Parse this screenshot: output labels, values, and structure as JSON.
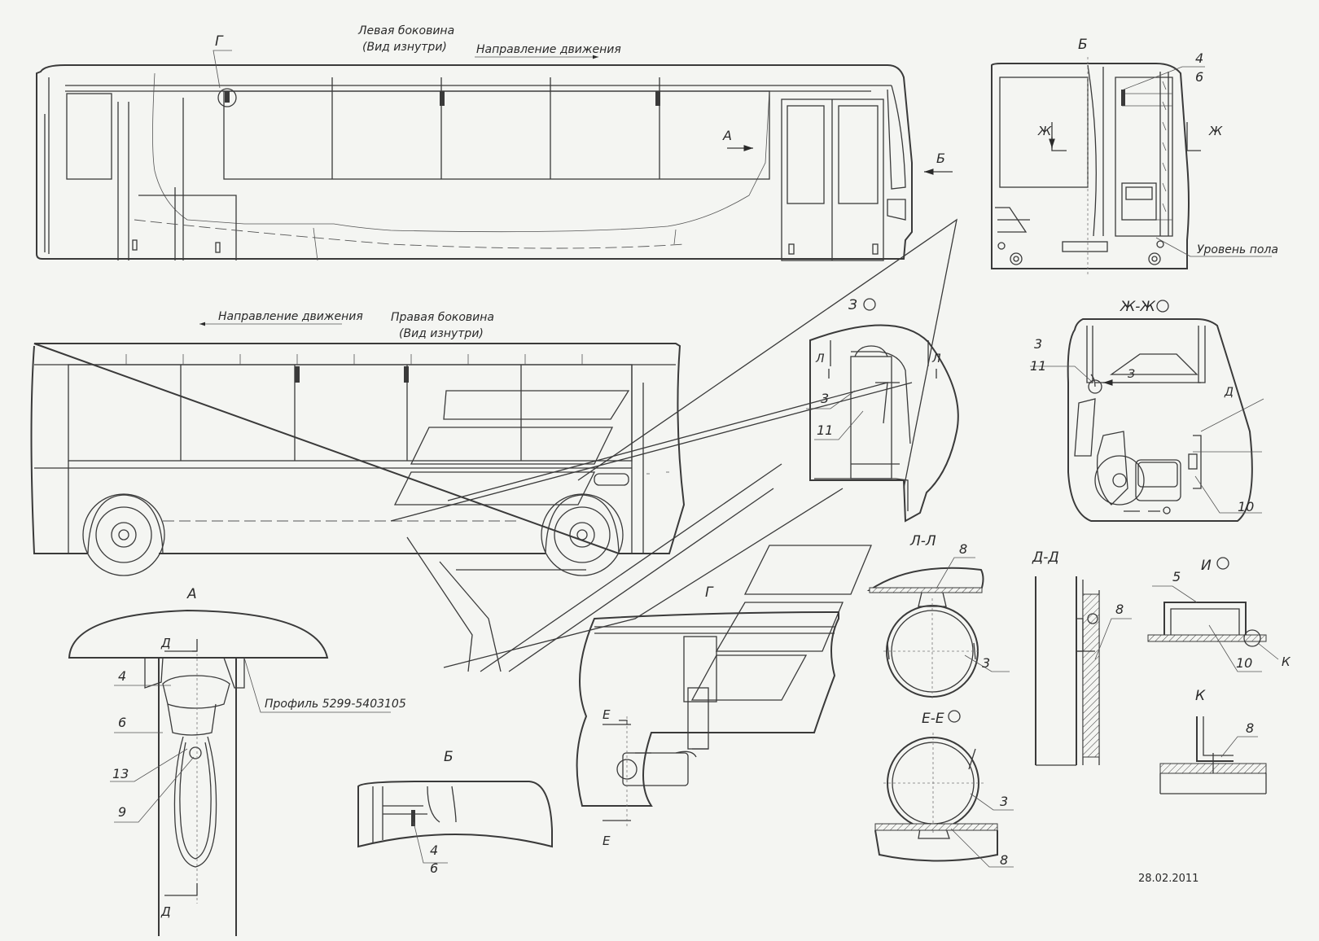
{
  "drawing": {
    "left_side": {
      "title": "Левая боковина",
      "subtitle": "(Вид изнутри)",
      "direction": "Направление движения"
    },
    "right_side": {
      "title": "Правая боковина",
      "subtitle": "(Вид изнутри)",
      "direction": "Направление движения"
    },
    "date": "28.02.2011",
    "profile_note": "Профиль 5299-5403105",
    "floor_level": "Уровень пола",
    "views": {
      "G_top": "Г",
      "A_arrow": "А",
      "B_arrow": "Б",
      "B_front": "Б",
      "Zh_left": "Ж",
      "Zh_right": "Ж",
      "Z": "З",
      "ZhZh": "Ж-Ж",
      "L_left": "Л",
      "L_right": "Л",
      "A_detail": "А",
      "B_detail": "Б",
      "G_detail": "Г",
      "LL": "Л-Л",
      "DD": "Д-Д",
      "I": "И",
      "EE": "Е-Е",
      "K_detail": "К",
      "D_top": "Д",
      "D_bot": "Д",
      "E_top": "Е",
      "E_bot": "Е",
      "Z_arrow": "З",
      "D_zh": "Д",
      "K_call": "К"
    },
    "callouts": {
      "n4_front": "4",
      "n6_front": "6",
      "n3_z": "3",
      "n11_z": "11",
      "n3_zh": "3",
      "n11_zh": "11",
      "n10_zh": "10",
      "n4_a": "4",
      "n6_a": "6",
      "n13_a": "13",
      "n9_a": "9",
      "n4_b": "4",
      "n6_b": "6",
      "n8_ll": "8",
      "n3_ll": "3",
      "n8_dd": "8",
      "n5_i": "5",
      "n10_i": "10",
      "n3_ee": "3",
      "n8_ee": "8",
      "n8_k": "8"
    }
  }
}
